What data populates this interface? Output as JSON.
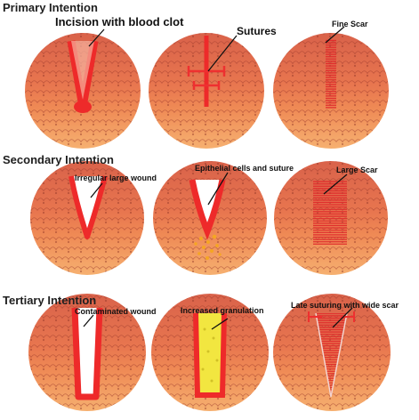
{
  "sections": [
    {
      "heading": "Primary Intention",
      "panels": [
        {
          "stage": "incision",
          "label": "Incision with blood clot"
        },
        {
          "stage": "sutures",
          "label": "Sutures"
        },
        {
          "stage": "fine-scar",
          "label": "Fine Scar"
        }
      ]
    },
    {
      "heading": "Secondary Intention",
      "panels": [
        {
          "stage": "large-wound",
          "label": "Irregular large wound"
        },
        {
          "stage": "epithelial",
          "label": "Epithelial cells and suture"
        },
        {
          "stage": "large-scar",
          "label": "Large Scar"
        }
      ]
    },
    {
      "heading": "Tertiary Intention",
      "panels": [
        {
          "stage": "contaminated",
          "label": "Contaminated wound"
        },
        {
          "stage": "granulation",
          "label": "Increased granulation"
        },
        {
          "stage": "wide-scar",
          "label": "Late suturing with wide scar"
        }
      ]
    }
  ],
  "colors": {
    "tissue_top": "#d9624a",
    "tissue_mid": "#ef8a55",
    "tissue_bottom": "#f6b070",
    "wound_red": "#ee2a2a",
    "scar_red": "#e23838",
    "granulation_yellow": "#f2e640",
    "pus_orange": "#f5a623"
  }
}
